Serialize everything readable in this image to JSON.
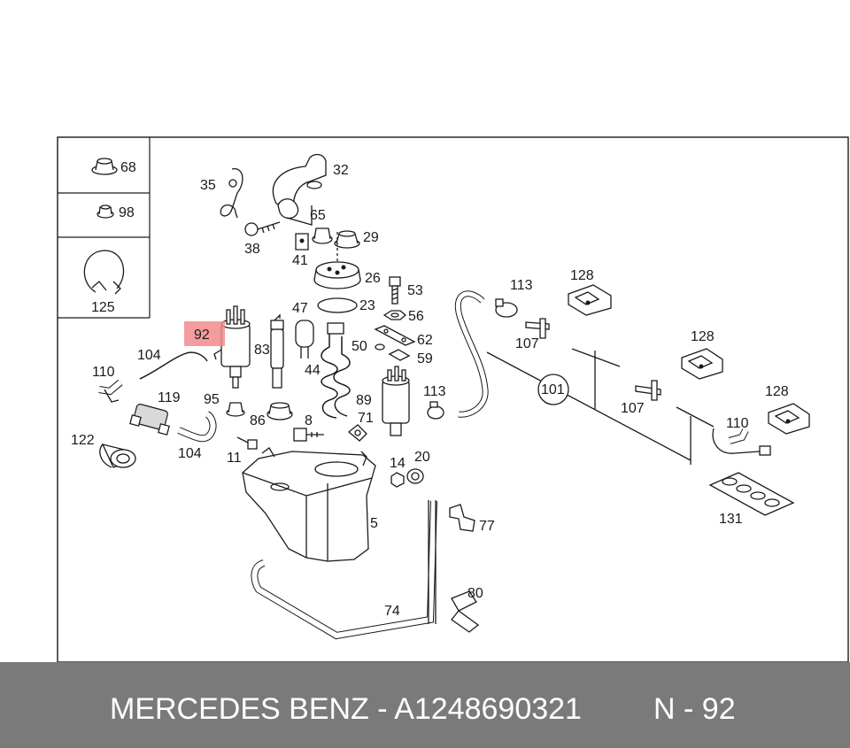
{
  "diagram": {
    "highlight_color": "#f28b8b",
    "highlighted_callout": "92",
    "inset_callouts": [
      "68",
      "98",
      "125"
    ],
    "callouts": [
      "35",
      "32",
      "65",
      "29",
      "38",
      "41",
      "26",
      "53",
      "56",
      "62",
      "59",
      "23",
      "47",
      "50",
      "83",
      "44",
      "89",
      "71",
      "113",
      "128",
      "107",
      "101",
      "110",
      "131",
      "104",
      "119",
      "95",
      "86",
      "8",
      "122",
      "11",
      "14",
      "20",
      "5",
      "77",
      "80",
      "74"
    ]
  },
  "footer": {
    "brand": "MERCEDES BENZ",
    "separator": "-",
    "part_number": "A1248690321",
    "ref_prefix": "N",
    "ref_separator": "-",
    "ref_number": "92"
  }
}
